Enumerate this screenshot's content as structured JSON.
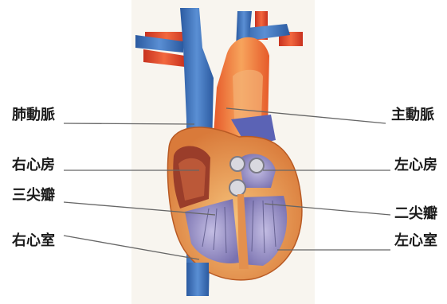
{
  "labels": {
    "pulmonary_artery": "肺動脈",
    "aorta": "主動脈",
    "right_atrium": "右心房",
    "left_atrium": "左心房",
    "tricuspid_valve": "三尖瓣",
    "mitral_valve": "二尖瓣",
    "right_ventricle": "右心室",
    "left_ventricle": "左心室"
  },
  "colors": {
    "vein_blue": "#3b6fb6",
    "artery_red": "#e0412e",
    "aorta_orange": "#f0883a",
    "muscle": "#e9a56c",
    "chamber_purple": "#8f86c2",
    "leader_line": "#666666"
  }
}
